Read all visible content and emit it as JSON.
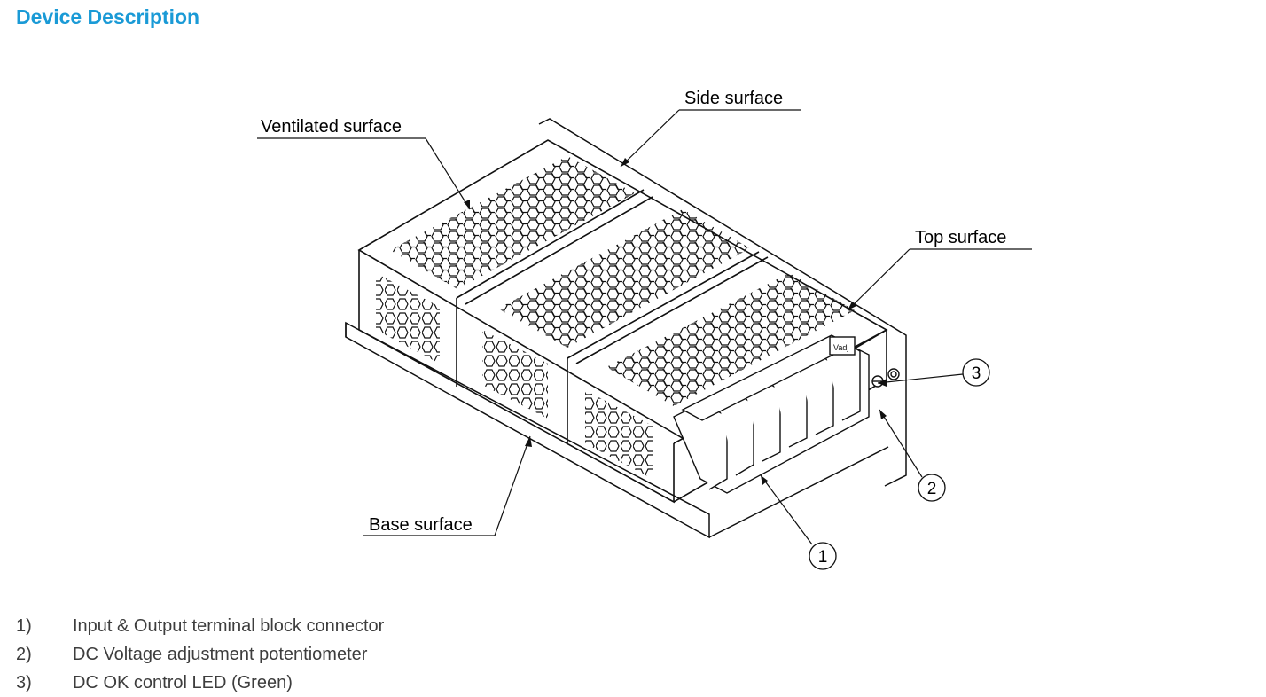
{
  "page": {
    "title": "Device Description",
    "accent_color": "#1a9ad6"
  },
  "diagram": {
    "labels": {
      "side_surface": "Side surface",
      "ventilated_surface": "Ventilated surface",
      "top_surface": "Top surface",
      "base_surface": "Base surface"
    },
    "callouts": [
      "1",
      "2",
      "3"
    ],
    "panel_markings": {
      "output_header": "Vadj"
    }
  },
  "legend": {
    "items": [
      {
        "num": "1)",
        "text": "Input & Output terminal block connector"
      },
      {
        "num": "2)",
        "text": "DC Voltage adjustment potentiometer"
      },
      {
        "num": "3)",
        "text": "DC OK control LED (Green)"
      }
    ]
  }
}
